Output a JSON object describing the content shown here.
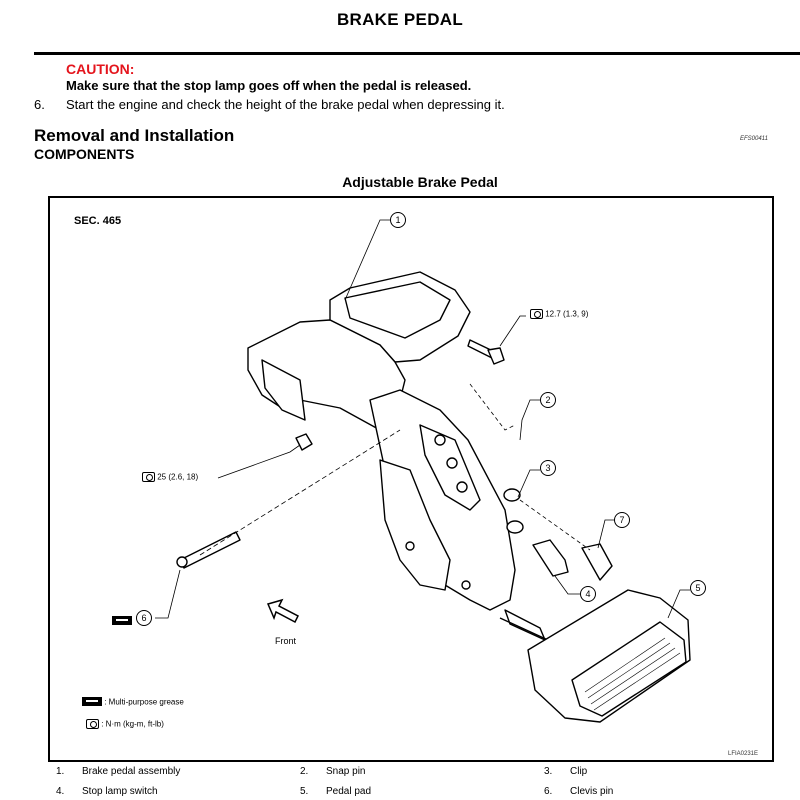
{
  "page": {
    "title": "BRAKE PEDAL",
    "caution_label": "CAUTION:",
    "caution_text": "Make sure that the stop lamp goes off when the pedal is released.",
    "step_number": "6.",
    "step_text": "Start the engine and check the height of the brake pedal when depressing it.",
    "section_title": "Removal and Installation",
    "doc_code": "EFS00411",
    "subsection_title": "COMPONENTS"
  },
  "figure": {
    "title": "Adjustable Brake Pedal",
    "section_label": "SEC. 465",
    "callouts": {
      "c1": "1",
      "c2": "2",
      "c3": "3",
      "c4": "4",
      "c5": "5",
      "c6": "6",
      "c7": "7"
    },
    "torque_bolt": "12.7 (1.3, 9)",
    "torque_nut": "25 (2.6, 18)",
    "front_label": "Front",
    "legend": {
      "grease": ": Multi-purpose grease",
      "torque": ": N·m (kg-m, ft-lb)"
    },
    "figure_code": "LFIA0231E"
  },
  "parts": [
    {
      "num": "1.",
      "name": "Brake pedal assembly"
    },
    {
      "num": "2.",
      "name": "Snap pin"
    },
    {
      "num": "3.",
      "name": "Clip"
    },
    {
      "num": "4.",
      "name": "Stop lamp switch"
    },
    {
      "num": "5.",
      "name": "Pedal pad"
    },
    {
      "num": "6.",
      "name": "Clevis pin"
    }
  ],
  "colors": {
    "caution": "#e4141c",
    "ink": "#000000"
  }
}
